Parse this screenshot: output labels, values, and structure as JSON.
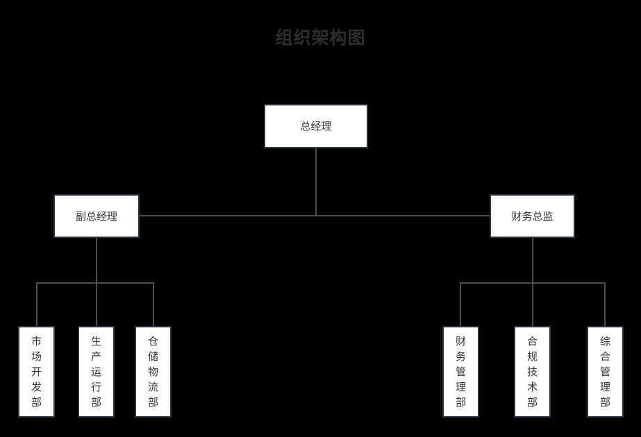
{
  "chart": {
    "title": "组织架构图",
    "background_color": "#000000",
    "title_color": "#2e2e2e",
    "node_fill": "#ffffff",
    "node_border_color": "#2b3440",
    "node_text_color": "#333333",
    "connector_color": "#4a4f57"
  },
  "nodes": {
    "root": {
      "label": "总经理"
    },
    "level2": [
      {
        "label": "副总经理"
      },
      {
        "label": "财务总监"
      }
    ],
    "left_departments": [
      {
        "label": "市\n场\n开\n发\n部"
      },
      {
        "label": "生\n产\n运\n行\n部"
      },
      {
        "label": "仓\n储\n物\n流\n部"
      }
    ],
    "right_departments": [
      {
        "label": "财\n务\n管\n理\n部"
      },
      {
        "label": "合\n规\n技\n术\n部"
      },
      {
        "label": "综\n合\n管\n理\n部"
      }
    ]
  }
}
